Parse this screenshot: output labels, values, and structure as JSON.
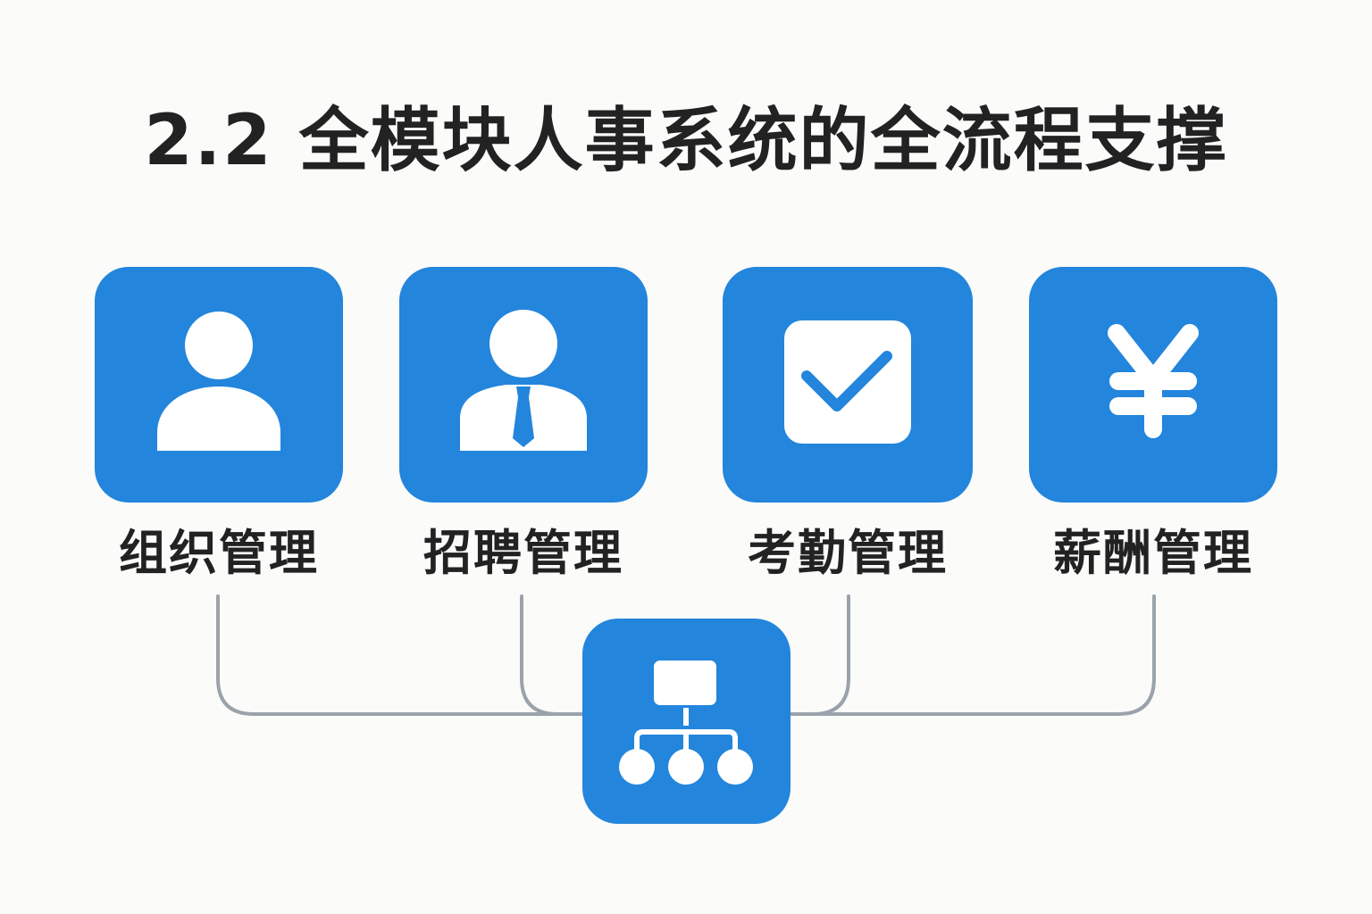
{
  "title": "2.2 全模块人事系统的全流程支撑",
  "colors": {
    "accent": "#2385dc",
    "connector": "#9aa3ab",
    "background": "#fbfbf9",
    "text": "#222222"
  },
  "modules": [
    {
      "label": "组织管理",
      "icon": "person-icon"
    },
    {
      "label": "招聘管理",
      "icon": "person-with-tie-icon"
    },
    {
      "label": "考勤管理",
      "icon": "checkbox-check-icon"
    },
    {
      "label": "薪酬管理",
      "icon": "yen-icon"
    }
  ],
  "hub": {
    "icon": "org-hierarchy-icon"
  }
}
